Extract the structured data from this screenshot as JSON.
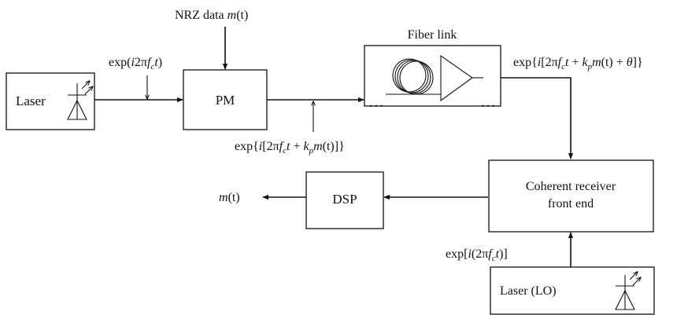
{
  "blocks": {
    "laser": "Laser",
    "pm": "PM",
    "fiber_link_title": "Fiber link",
    "dsp": "DSP",
    "coherent_receiver_line1": "Coherent receiver",
    "coherent_receiver_line2": "front end",
    "laser_lo": "Laser (LO)"
  },
  "signals": {
    "nrz_data": {
      "prefix": "NRZ data ",
      "m": "m",
      "t": "(t)"
    },
    "carrier": {
      "pre": "exp(",
      "i": "i",
      "two_pi": "2π",
      "f": "f",
      "c": "c",
      "t": "t",
      "post": ")"
    },
    "pm_output": {
      "pre": "exp{",
      "i": "i",
      "mid": "[2π",
      "f": "f",
      "c": "c",
      "t": "t",
      "plus": " + ",
      "k": "k",
      "p": "p",
      "m": "m",
      "post": "(t)]}"
    },
    "fiber_output": {
      "pre": "exp{",
      "i": "i",
      "mid": "[2π",
      "f": "f",
      "c": "c",
      "t": "t",
      "plus": " + ",
      "k": "k",
      "p": "p",
      "m": "m",
      "mid2": "(t) + ",
      "theta": "θ",
      "post": "]}"
    },
    "lo_signal": {
      "pre": "exp[",
      "i": "i",
      "mid": "(2π",
      "f": "f",
      "c": "c",
      "t": "t",
      "post": ")]"
    },
    "output": {
      "m": "m",
      "t": "(t)"
    }
  },
  "ellipsis": "…"
}
